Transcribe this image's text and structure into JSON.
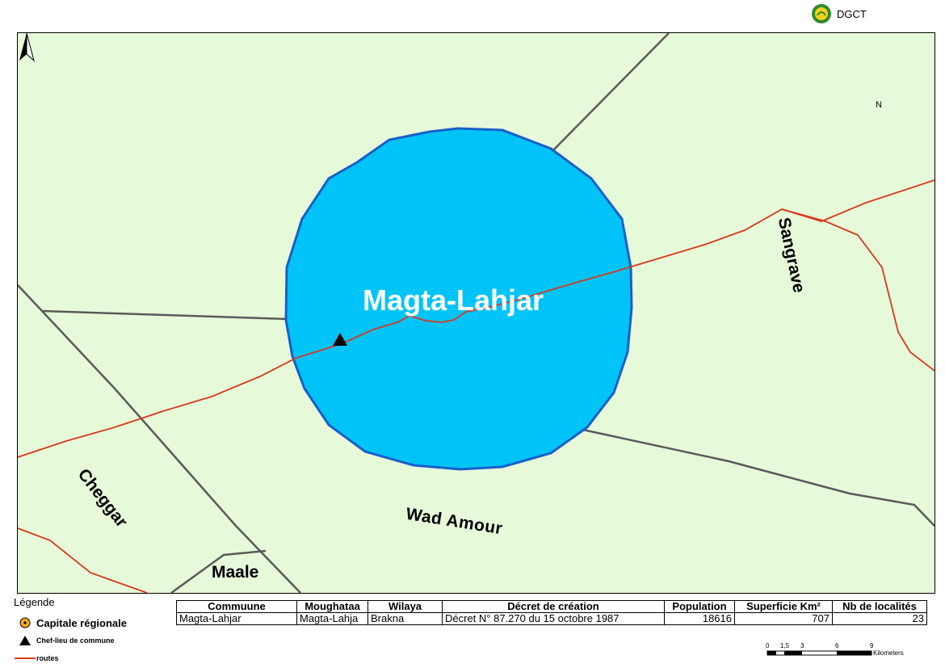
{
  "header": {
    "logo_text": "DGCT",
    "logo_icon": "dgct-emblem-icon"
  },
  "map": {
    "background_color": "#e6f9d9",
    "commune_fill": "#00c4f8",
    "commune_outline": "#1a5fc8",
    "road_color": "#d9391e",
    "boundary_color": "#5a5a5a",
    "places": {
      "main": "Magta-Lahjar",
      "sangrave": "Sangrave",
      "cheggar": "Cheggar",
      "wad_amour": "Wad Amour",
      "maale": "Maale"
    },
    "north_label": "N"
  },
  "legend": {
    "title": "Légende",
    "items": [
      {
        "label": "Capitale régionale",
        "icon": "capitale-regionale-icon"
      },
      {
        "label": "Chef-lieu de commune",
        "icon": "chef-lieu-triangle-icon"
      },
      {
        "label": "routes",
        "icon": "route-line-icon"
      }
    ]
  },
  "table": {
    "headers": [
      "Commuune",
      "Moughataa",
      "Wilaya",
      "Décret de création",
      "Population",
      "Superficie Km²",
      "Nb de localités"
    ],
    "row": [
      "Magta-Lahjar",
      "Magta-Lahja",
      "Brakna",
      "Décret N° 87.270 du 15 octobre 1987",
      "18616",
      "707",
      "23"
    ]
  },
  "scale": {
    "ticks": [
      "0",
      "1,5",
      "3",
      "6",
      "9"
    ],
    "unit": "Kilometers"
  }
}
